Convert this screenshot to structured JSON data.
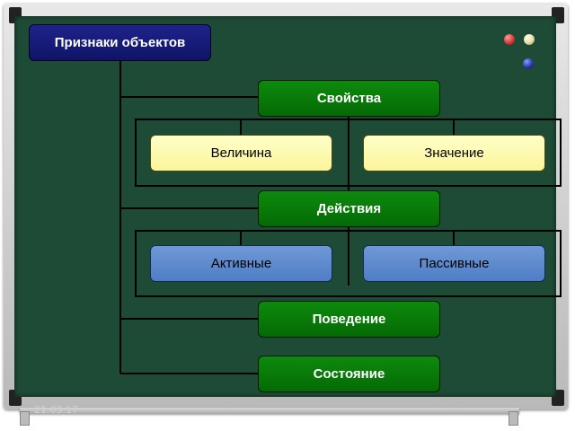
{
  "root": {
    "label": "Признаки объектов"
  },
  "categories": [
    {
      "label": "Свойства",
      "children": [
        "Величина",
        "Значение"
      ]
    },
    {
      "label": "Действия",
      "children": [
        "Активные",
        "Пассивные"
      ]
    },
    {
      "label": "Поведение"
    },
    {
      "label": "Состояние"
    }
  ],
  "footer": {
    "date": "21.03.17"
  },
  "colors": {
    "board": "#1e4b36",
    "category_box": "#0b7f0b",
    "root_box": "#1a1f80",
    "property_box": "#fdf8b0",
    "action_box": "#5b88cc",
    "magnets": [
      "#d93a3a",
      "#e8dca0",
      "#2a3aa8"
    ]
  }
}
